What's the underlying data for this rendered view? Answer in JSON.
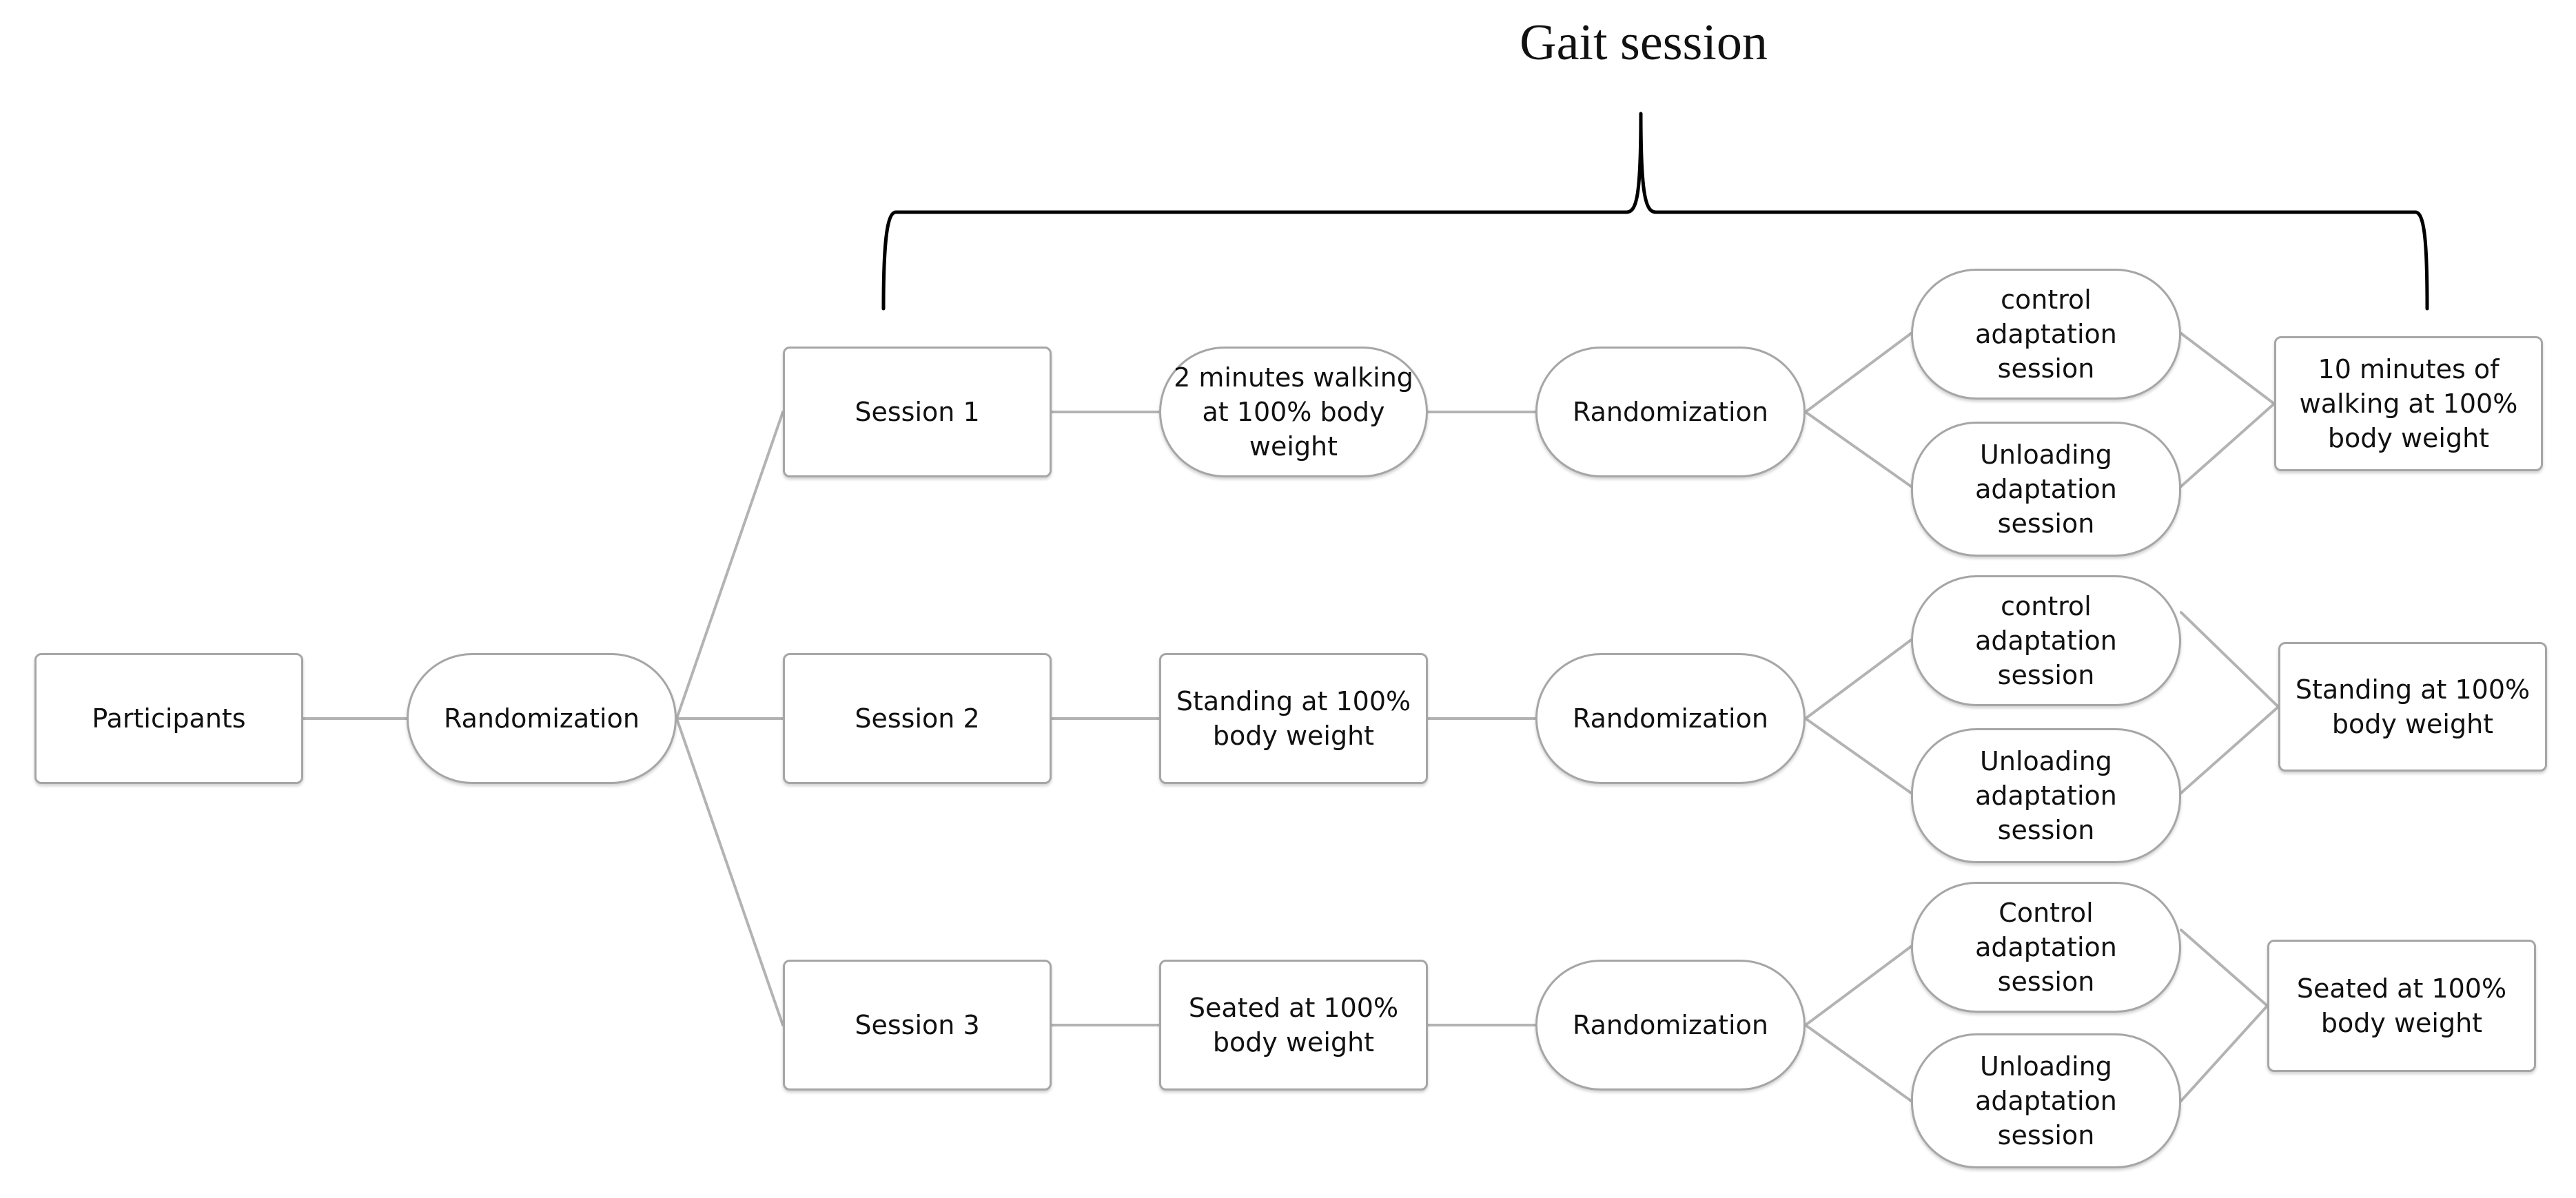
{
  "title": "Gait session",
  "nodes": {
    "participants": "Participants",
    "randomization_main": "Randomization",
    "session1": "Session 1",
    "session2": "Session 2",
    "session3": "Session 3",
    "s1_pre": "2 minutes walking\nat 100% body\nweight",
    "s2_pre": "Standing at 100%\nbody weight",
    "s3_pre": "Seated at 100%\nbody weight",
    "s1_rand": "Randomization",
    "s2_rand": "Randomization",
    "s3_rand": "Randomization",
    "s1_control": "control\nadaptation\nsession",
    "s1_unloading": "Unloading\nadaptation\nsession",
    "s2_control": "control\nadaptation\nsession",
    "s2_unloading": "Unloading\nadaptation\nsession",
    "s3_control": "Control\nadaptation\nsession",
    "s3_unloading": "Unloading\nadaptation\nsession",
    "s1_post": "10 minutes of\nwalking at 100%\nbody weight",
    "s2_post": "Standing at 100%\nbody weight",
    "s3_post": "Seated at 100%\nbody weight"
  },
  "colors": {
    "border": "#a6a6a6",
    "connector": "#b3b3b3",
    "text": "#111111",
    "brace": "#000000"
  }
}
